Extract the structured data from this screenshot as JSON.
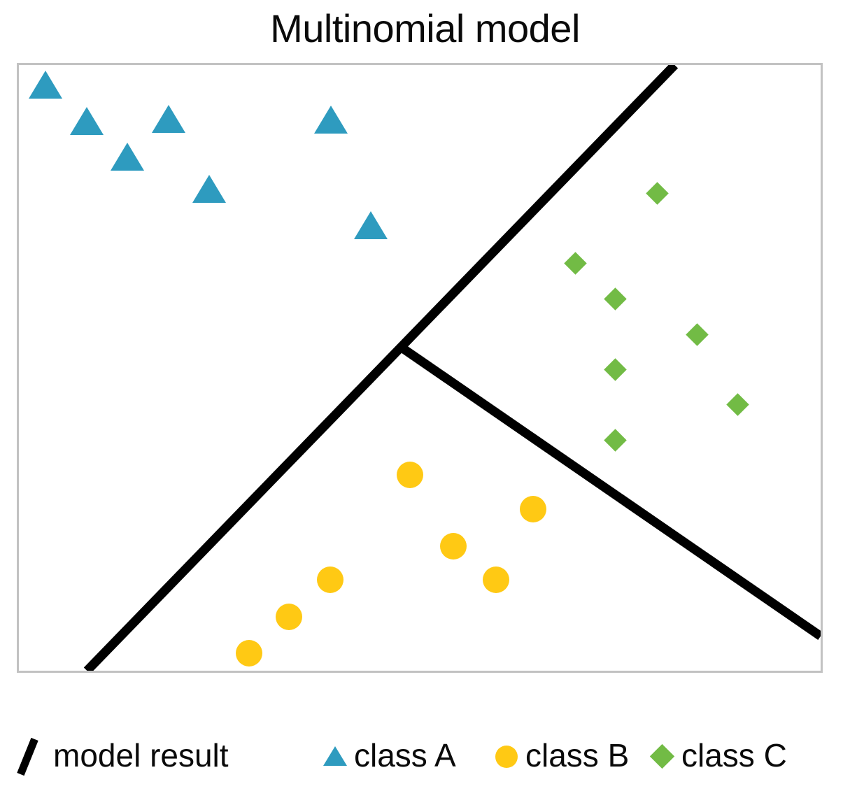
{
  "chart_data": {
    "type": "scatter",
    "title": "Multinomial model",
    "xlabel": "",
    "ylabel": "",
    "xlim": [
      0,
      100
    ],
    "ylim": [
      0,
      100
    ],
    "grid": false,
    "legend_position": "bottom",
    "colors": {
      "class_a": "#2e9bbf",
      "class_b": "#ffc914",
      "class_c": "#72bb45",
      "model_result": "#000000",
      "plot_border": "#c2c2c2",
      "background": "#ffffff",
      "text": "#0a0a0a"
    },
    "series": [
      {
        "name": "class A",
        "marker": "triangle",
        "color": "#2e9bbf",
        "points": [
          {
            "x": 3.3,
            "y": 96.8
          },
          {
            "x": 8.5,
            "y": 90.8
          },
          {
            "x": 13.5,
            "y": 84.9
          },
          {
            "x": 18.7,
            "y": 91.1
          },
          {
            "x": 23.7,
            "y": 79.6
          },
          {
            "x": 38.9,
            "y": 91.0
          },
          {
            "x": 43.9,
            "y": 73.6
          }
        ]
      },
      {
        "name": "class B",
        "marker": "circle",
        "color": "#ffc914",
        "points": [
          {
            "x": 48.8,
            "y": 32.3
          },
          {
            "x": 64.1,
            "y": 26.7
          },
          {
            "x": 54.2,
            "y": 20.6
          },
          {
            "x": 38.8,
            "y": 15.0
          },
          {
            "x": 59.5,
            "y": 15.0
          },
          {
            "x": 33.7,
            "y": 8.9
          },
          {
            "x": 28.7,
            "y": 2.9
          }
        ]
      },
      {
        "name": "class C",
        "marker": "diamond",
        "color": "#72bb45",
        "points": [
          {
            "x": 79.6,
            "y": 78.8
          },
          {
            "x": 69.4,
            "y": 67.3
          },
          {
            "x": 74.4,
            "y": 61.4
          },
          {
            "x": 84.6,
            "y": 55.5
          },
          {
            "x": 74.4,
            "y": 49.7
          },
          {
            "x": 89.7,
            "y": 43.9
          },
          {
            "x": 74.4,
            "y": 38.1
          }
        ]
      }
    ],
    "decision_boundaries": [
      {
        "name": "boundary-a-vs-rest",
        "from": {
          "x": 8.5,
          "y": 0.0
        },
        "to": {
          "x": 81.8,
          "y": 100.0
        }
      },
      {
        "name": "boundary-b-vs-c",
        "from": {
          "x": 47.8,
          "y": 53.3
        },
        "to": {
          "x": 100.0,
          "y": 5.7
        }
      }
    ],
    "legend": [
      {
        "label": "model result",
        "marker": "line",
        "color": "#000000"
      },
      {
        "label": "class A",
        "marker": "triangle",
        "color": "#2e9bbf"
      },
      {
        "label": "class B",
        "marker": "circle",
        "color": "#ffc914"
      },
      {
        "label": "class C",
        "marker": "diamond",
        "color": "#72bb45"
      }
    ]
  }
}
